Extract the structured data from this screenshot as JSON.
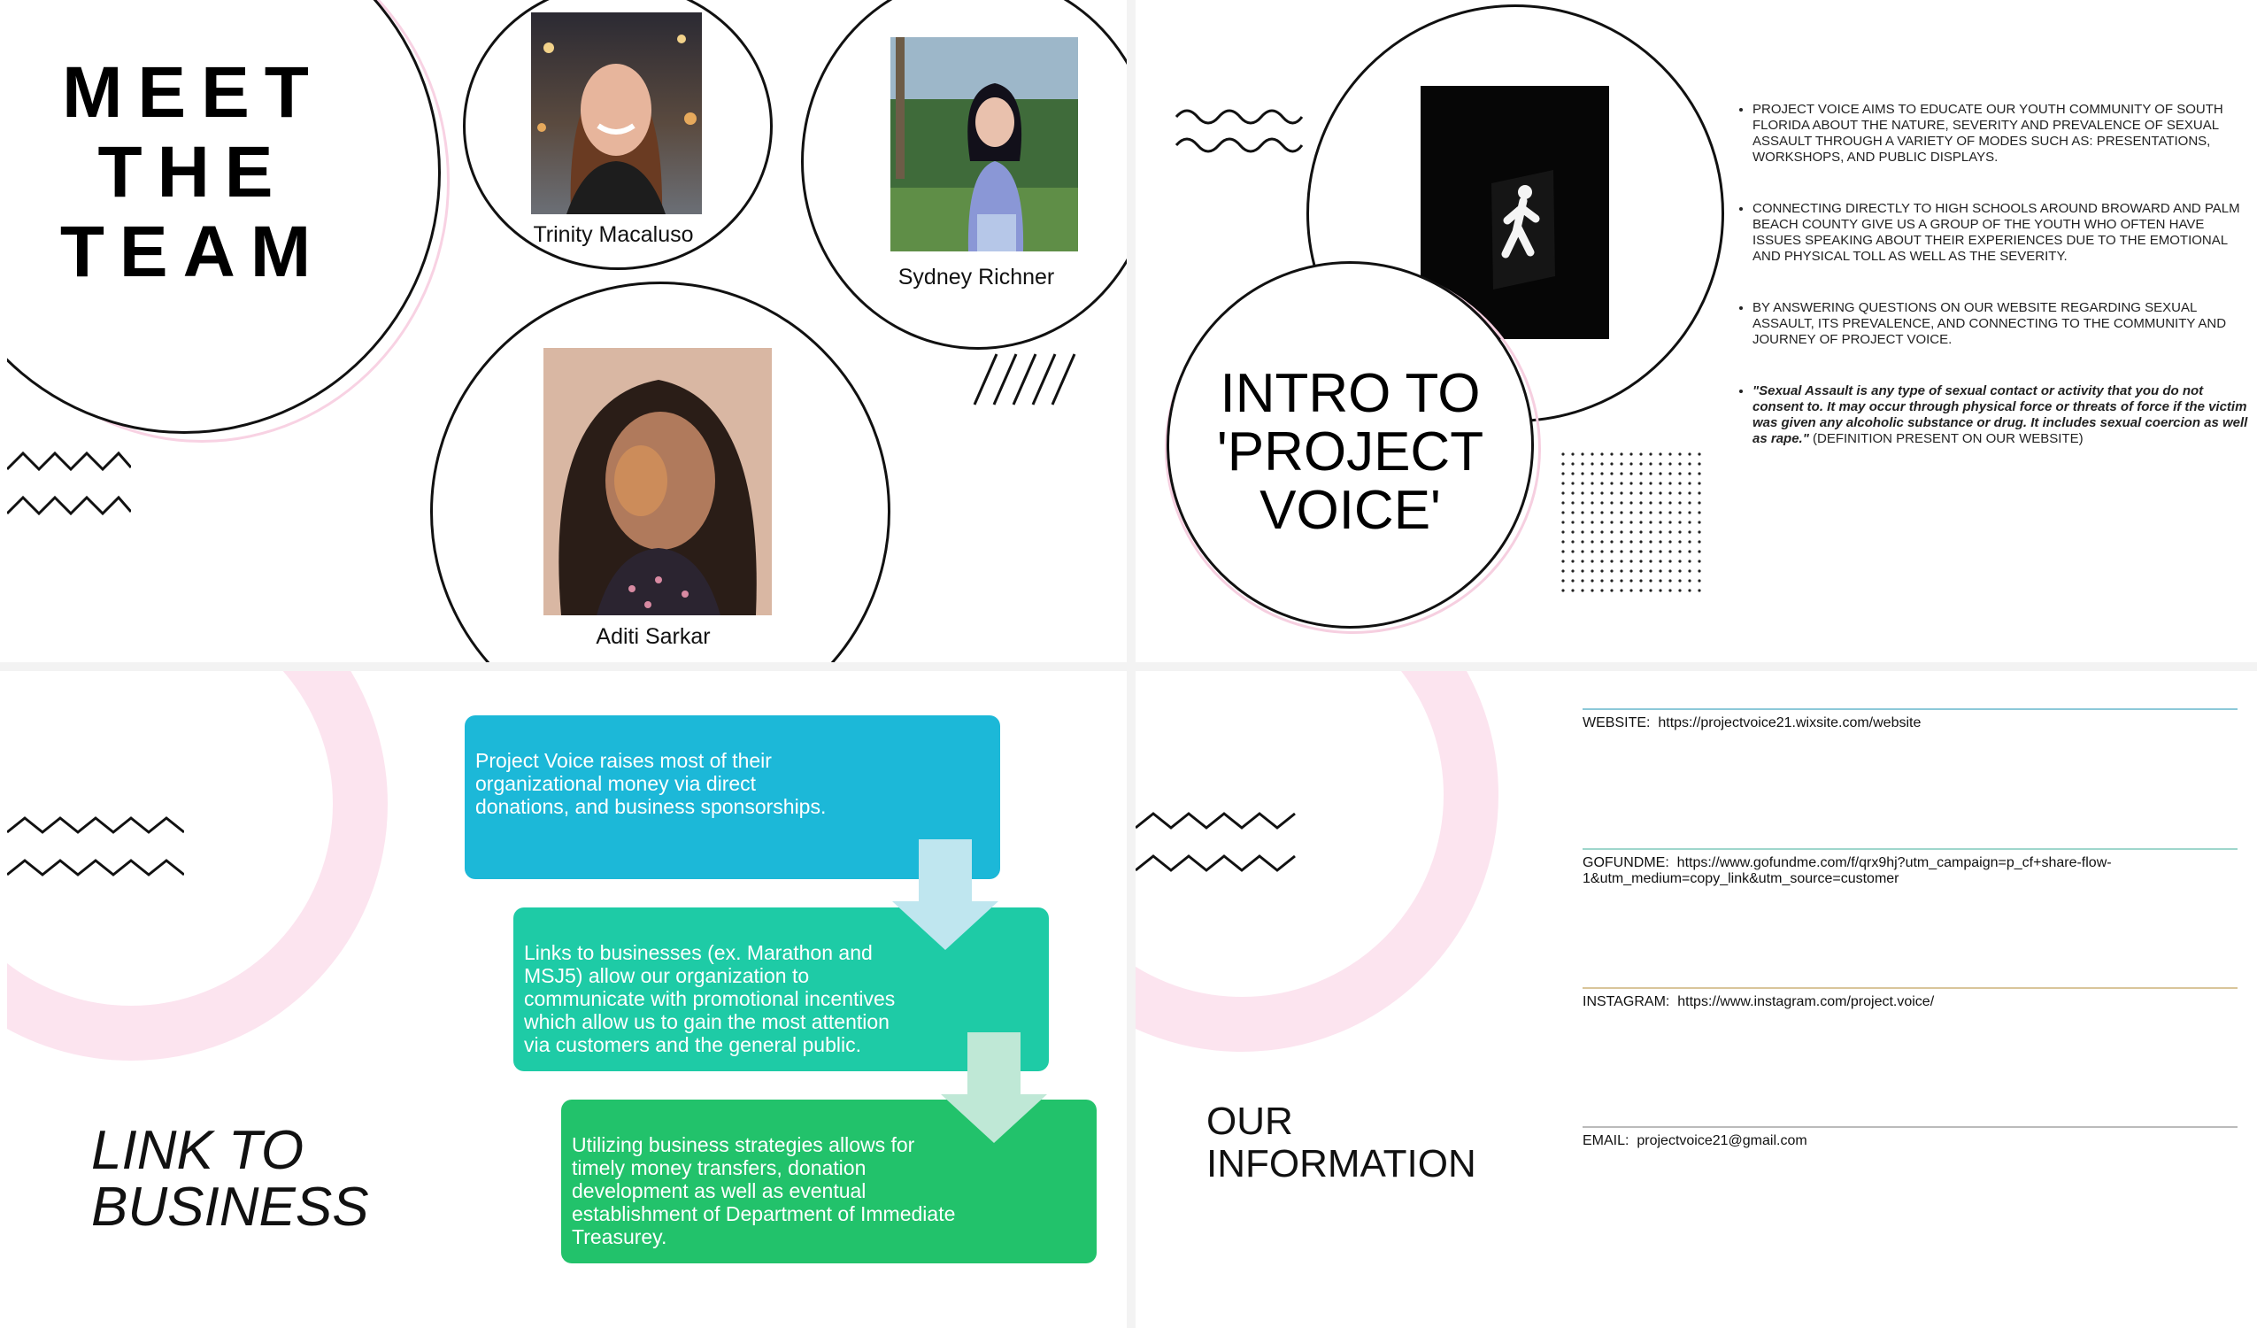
{
  "slide1": {
    "title_lines": [
      "MEET",
      "THE",
      "TEAM"
    ],
    "members": [
      {
        "name": "Trinity Macaluso"
      },
      {
        "name": "Sydney Richner"
      },
      {
        "name": "Aditi Sarkar"
      }
    ]
  },
  "slide2": {
    "title_lines": [
      "INTRO TO",
      "'PROJECT",
      "VOICE'"
    ],
    "bullets": [
      "PROJECT VOICE AIMS TO EDUCATE OUR YOUTH COMMUNITY OF SOUTH FLORIDA ABOUT THE NATURE, SEVERITY AND PREVALENCE OF SEXUAL ASSAULT THROUGH A VARIETY OF MODES SUCH AS: PRESENTATIONS, WORKSHOPS, AND PUBLIC DISPLAYS.",
      "CONNECTING DIRECTLY TO HIGH SCHOOLS AROUND BROWARD AND PALM BEACH COUNTY GIVE US A GROUP OF THE YOUTH WHO OFTEN HAVE ISSUES SPEAKING ABOUT THEIR EXPERIENCES DUE TO THE EMOTIONAL AND PHYSICAL TOLL AS WELL AS THE SEVERITY.",
      "BY ANSWERING QUESTIONS ON OUR WEBSITE REGARDING SEXUAL ASSAULT, ITS PREVALENCE, AND CONNECTING TO THE COMMUNITY AND JOURNEY OF PROJECT VOICE."
    ],
    "quote": "\"Sexual Assault is any type of sexual contact or activity that you do not consent to. It may occur through physical force or threats of force if the victim was given any alcoholic substance or drug. It includes sexual coercion as well as rape.\"",
    "quote_note": " (DEFINITION PRESENT ON OUR WEBSITE)"
  },
  "slide3": {
    "title_lines": [
      "LINK TO",
      "BUSINESS"
    ],
    "steps": [
      "Project Voice raises most of their organizational money via direct donations, and business sponsorships.",
      "Links to businesses (ex. Marathon and MSJ5) allow our organization to communicate with promotional incentives which allow us to gain the most attention via customers and the general public.",
      "Utilizing business strategies allows for timely money transfers, donation development as well as eventual establishment of Department of Immediate Treasurey."
    ],
    "colors": {
      "step1": "#1cb8d8",
      "step2": "#1ecba6",
      "step3": "#22c26b"
    }
  },
  "slide4": {
    "title_lines": [
      "OUR",
      "INFORMATION"
    ],
    "rows": [
      {
        "label": "WEBSITE:",
        "value": "https://projectvoice21.wixsite.com/website",
        "line_color": "#8cc9d9"
      },
      {
        "label": "GOFUNDME:",
        "value": "https://www.gofundme.com/f/qrx9hj?utm_campaign=p_cf+share-flow-1&utm_medium=copy_link&utm_source=customer",
        "line_color": "#9fd6cc"
      },
      {
        "label": "INSTAGRAM:",
        "value": "https://www.instagram.com/project.voice/",
        "line_color": "#d9c59a"
      },
      {
        "label": "EMAIL:",
        "value": "projectvoice21@gmail.com",
        "line_color": "#bbbbbb"
      }
    ]
  }
}
